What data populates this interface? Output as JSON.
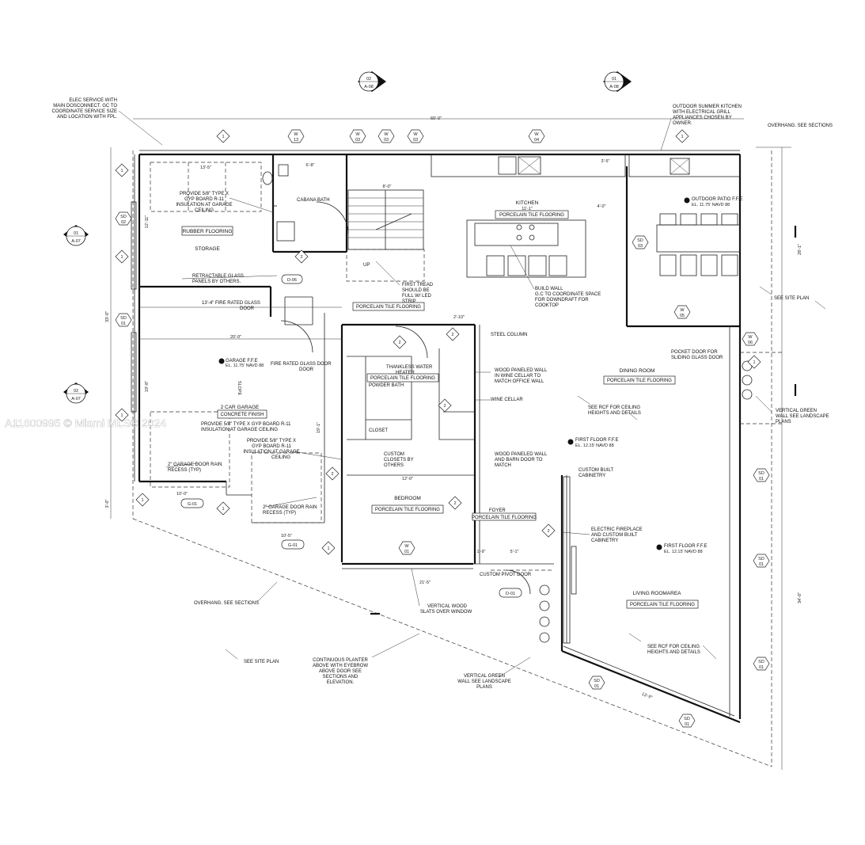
{
  "watermark": "A11600995 © Miami MLS® 2024",
  "colors": {
    "ink": "#111111",
    "background": "#ffffff"
  },
  "rooms": {
    "storage": "STORAGE",
    "rubber": "RUBBER FLOORING",
    "cabana": "CABANA BATH",
    "kitchen": "KITCHEN",
    "kitchen_dim": "11'-1\"",
    "kitchen_floor": "PORCELAIN TILE FLOORING",
    "stair_floor": "PORCELAIN TILE FLOORING",
    "garage": "2 CAR GARAGE",
    "garage_floor": "CONCRETE FINISH",
    "garage_ffe": "GARAGE F.F.E",
    "garage_el": "EL. 11.75' NAVD 88",
    "powder": "POWDER BATH",
    "powder_floor": "PORCELAIN TILE FLOORING",
    "closet": "CLOSET",
    "dining": "DINING ROOM",
    "dining_floor": "PORCELAIN TILE FLOORING",
    "bedroom": "BEDROOM",
    "bedroom_floor": "PORCELAIN TILE FLOORING",
    "foyer": "FOYER",
    "foyer_floor": "PORCELAIN TILE FLOORING",
    "living": "LIVING ROOMAREA",
    "living_floor": "PORCELAIN TILE FLOORING",
    "patio_ffe": "OUTDOOR PATIO F.F.E",
    "patio_el": "EL. 11.75' NAVD 88",
    "ff1": "FIRST FLOOR F.F.E",
    "ff1_el": "EL. 12.15' NAVD 88",
    "ff2": "FIRST FLOOR F.F.E",
    "ff2_el": "EL. 12.15' NAVD 88",
    "up": "UP",
    "slope": "SLOPE",
    "steel": "STEEL COLUMN",
    "wine": "WINE CELLAR",
    "fire_door": "FIRE RATED GLASS DOOR"
  },
  "notes": {
    "elec": [
      "ELEC SERVICE WITH",
      "MAIN DOSCONNECT. GC TO",
      "COORDINATE SERVICE SIZE",
      "AND LOCATION WITH FPL."
    ],
    "outdoor_kitchen": [
      "OUTDOOR SUMMER KITCHEN",
      "WITH ELECTRICAL GRILL",
      "APPLIANCES CHOSEN BY",
      "OWNER."
    ],
    "overhang_top": "OVERHANG. SEE SECTIONS",
    "overhang_bottom": "OVERHANG. SEE SECTIONS",
    "gyp1": [
      "PROVIDE 5/8\" TYPE X",
      "GYP BOARD R-11",
      "INSULATION AT GARAGE",
      "CEILING"
    ],
    "retract": [
      "RETRACTABLE GLASS",
      "PANELS BY OTHERS."
    ],
    "fire_glass": [
      "13'-4\" FIRE RATED GLASS",
      "DOOR"
    ],
    "first_tread": [
      "FIRST TREAD",
      "SHOULD BE",
      "FULL W/ LED",
      "STRIP"
    ],
    "build_wall": [
      "BUILD WALL",
      "G.C TO COORDINATE SPACE",
      "FOR DOWNDRAFT FOR",
      "COOKTOP"
    ],
    "see_site_right": "SEE SITE PLAN",
    "see_site_left": "SEE SITE PLAN",
    "pocket": [
      "POCKET DOOR FOR",
      "SLIDING GLASS DOOR"
    ],
    "thankless": [
      "THANKLESS WATER",
      "HEATER"
    ],
    "wood_panel1": [
      "WOOD PANELED WALL",
      "IN WINE CELLAR TO",
      "MATCH OFFICE WALL"
    ],
    "rcf1": [
      "SEE RCF FOR CEILING",
      "HEIGHTS AND DETAILS"
    ],
    "vert_green_r": [
      "VERTICAL GREEN",
      "WALL SEE LANDSCAPE",
      "PLANS"
    ],
    "gyp2": [
      "PROVIDE 5/8\" TYPE X GYP BOARD R-11",
      "INSULATION AT GARAGE CEILING"
    ],
    "gyp3": [
      "PROVIDE 5/8\" TYPE X",
      "GYP BOARD R-11",
      "INSULATION AT GARAGE",
      "CEILING"
    ],
    "custom_closets": [
      "CUSTOM",
      "CLOSETS BY",
      "OTHERS"
    ],
    "wood_panel2": [
      "WOOD PANELED WALL",
      "AND BARN DOOR TO",
      "MATCH"
    ],
    "custom_built": [
      "CUSTOM BUILT",
      "CABINETRY"
    ],
    "drain1": [
      "2\" GARAGE DOOR RAIN",
      "RECESS (TYP)"
    ],
    "drain2": [
      "2\" GARAGE DOOR RAIN",
      "RECESS (TYP)"
    ],
    "fireplace": [
      "ELECTRIC FIREPLACE",
      "AND CUSTOM BUILT",
      "CABINETRY"
    ],
    "pivot": "CUSTOM PIVOT DOOR",
    "slats": [
      "VERTICAL WOOD",
      "SLATS OVER WINDOW"
    ],
    "rcf2": [
      "SEE RCF FOR CEILING",
      "HEIGHTS AND DETAILS"
    ],
    "planter": [
      "CONTINUOUS PLANTER",
      "ABOVE WITH EYEBROW",
      "ABOVE DOOR SEE",
      "SECTIONS AND",
      "ELEVATION."
    ],
    "vert_green_b": [
      "VERTICAL GREEN",
      "WALL SEE LANDSCAPE",
      "PLANS"
    ]
  },
  "dimensions": {
    "overall_top": "60'-0\"",
    "d13_5": "13'-5\"",
    "d6_8": "6'-8\"",
    "d8_0": "8'-0\"",
    "d19_8": "19'-8\"",
    "d3_5": "3'-5\"",
    "d4_0": "4'-0\"",
    "d12_11": "12'-11\"",
    "d20_0": "20'-0\"",
    "d33_0": "33'-0\"",
    "d10_0": "10'-0\"",
    "d10_5": "10'-5\"",
    "d12_0": "12'-0\"",
    "d21_5": "21'-5\"",
    "d13_9": "13'-9\"",
    "d28_1": "28'-1\"",
    "d34_0": "34'-0\"",
    "d3_0": "3'-0\"",
    "d1_9": "1'-9\"",
    "d5_1": "5'-1\"",
    "d2_10": "2'-10\"",
    "d19_1": "19'-1\""
  },
  "tags": {
    "d06": "D-06",
    "d01": "D-01",
    "g01a": "G-01",
    "g01b": "G-01",
    "w13": "13",
    "w03a": "03",
    "w03b": "03",
    "w03c": "03",
    "w04": "04",
    "w05": "05",
    "w06": "06",
    "w01": "01",
    "w_letter": "W",
    "sd02": "02",
    "sd01": "01",
    "sd03": "03",
    "sd_letter": "SD",
    "num1": "1",
    "num2": "2",
    "sec02": "02",
    "sec01": "01",
    "secA07": "A-07",
    "secA08": "A-08"
  }
}
